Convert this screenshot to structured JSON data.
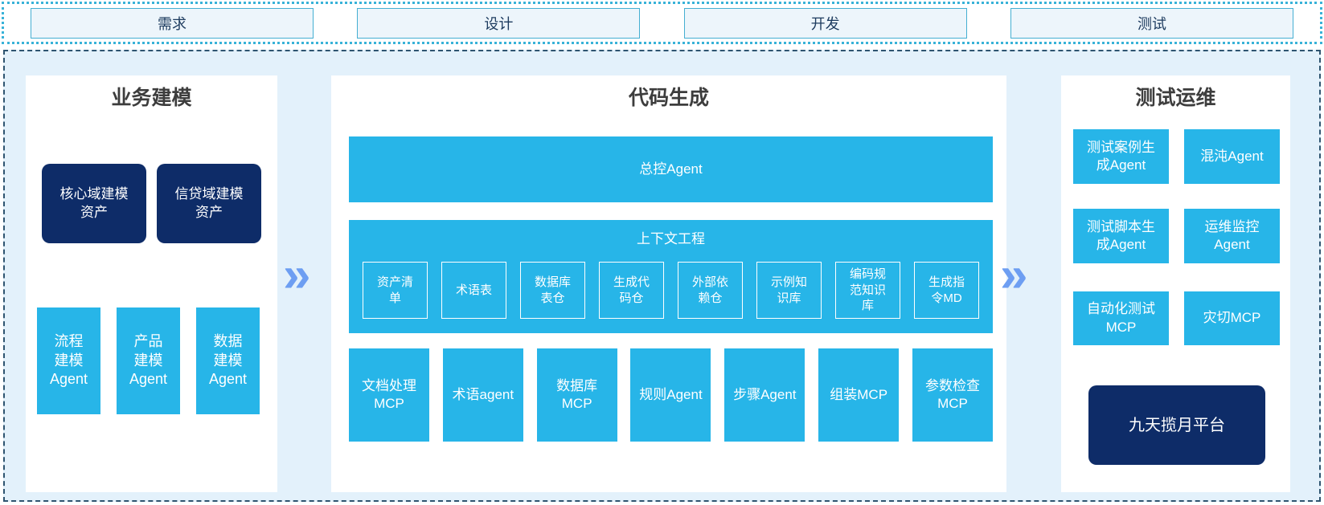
{
  "colors": {
    "cyan": "#27b5e8",
    "navy": "#0e2c68",
    "main_background": "#e3f1fb",
    "panel_background": "#ffffff",
    "chevron_blue": "#6d9ef2",
    "phase_border": "#45afd2",
    "phase_fill": "#edf5fb",
    "phase_text": "#1c3a5e",
    "title_text": "#3d3d3d",
    "strip_border": "#38b2d8",
    "main_border": "#2e5470"
  },
  "chevron_glyph": "»",
  "phases": [
    "需求",
    "设计",
    "开发",
    "测试"
  ],
  "business_modeling": {
    "title": "业务建模",
    "assets": [
      "核心域建模\n资产",
      "信贷域建模\n资产"
    ],
    "agents": [
      "流程\n建模\nAgent",
      "产品\n建模\nAgent",
      "数据\n建模\nAgent"
    ]
  },
  "code_generation": {
    "title": "代码生成",
    "master_agent": "总控Agent",
    "context": {
      "title": "上下文工程",
      "items": [
        "资产清\n单",
        "术语表",
        "数据库\n表仓",
        "生成代\n码仓",
        "外部依\n赖仓",
        "示例知\n识库",
        "编码规\n范知识\n库",
        "生成指\n令MD"
      ]
    },
    "tools": [
      "文档处理\nMCP",
      "术语agent",
      "数据库\nMCP",
      "规则Agent",
      "步骤Agent",
      "组装MCP",
      "参数检查\nMCP"
    ]
  },
  "test_ops": {
    "title": "测试运维",
    "boxes": [
      "测试案例生\n成Agent",
      "混沌Agent",
      "测试脚本生\n成Agent",
      "运维监控\nAgent",
      "自动化测试\nMCP",
      "灾切MCP"
    ],
    "platform": "九天揽月平台"
  }
}
